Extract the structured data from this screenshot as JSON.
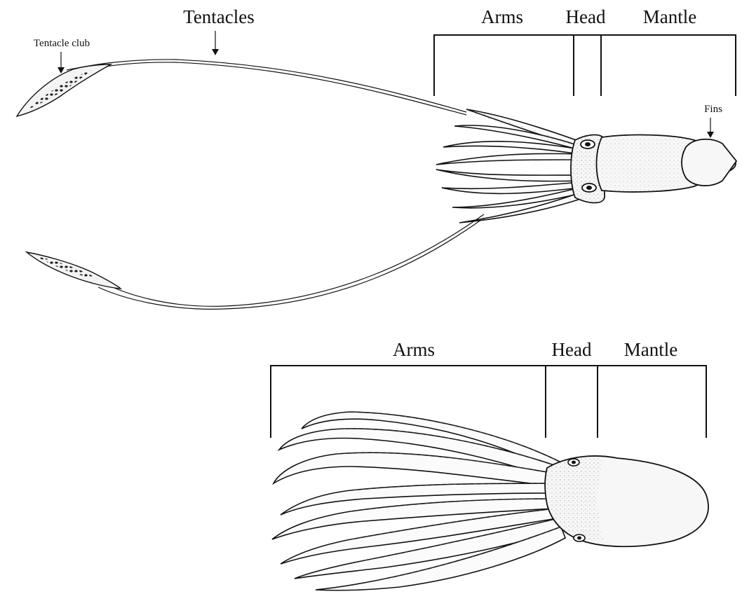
{
  "squid": {
    "labels": {
      "tentacles": "Tentacles",
      "tentacle_club": "Tentacle club",
      "arms": "Arms",
      "head": "Head",
      "mantle": "Mantle",
      "fins": "Fins"
    }
  },
  "octopus": {
    "labels": {
      "arms": "Arms",
      "head": "Head",
      "mantle": "Mantle"
    }
  }
}
